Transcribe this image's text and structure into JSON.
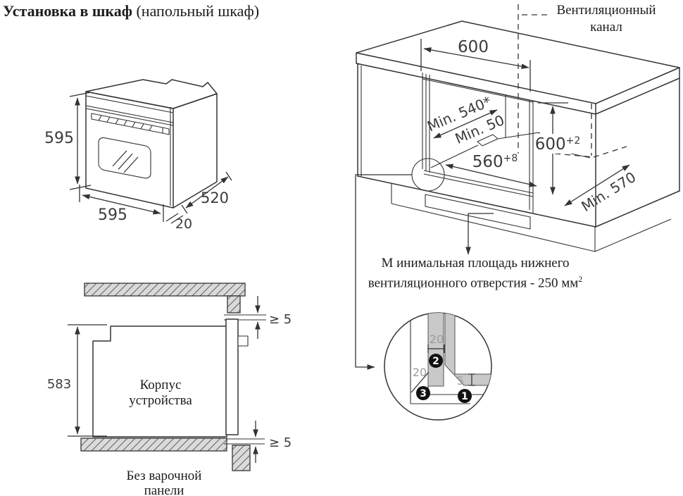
{
  "title": {
    "main": "Установка в шкаф",
    "suffix": " (напольный шкаф)"
  },
  "oven_diagram": {
    "dim_height": "595",
    "dim_width": "595",
    "dim_depth": "520",
    "dim_front_thickness": "20"
  },
  "cabinet_diagram": {
    "vent_channel_label": {
      "line1": "Вентиляционный",
      "line2": "канал"
    },
    "dim_top_width": "600",
    "dim_min_depth": "Min. 540*",
    "dim_min_rear_gap": "Min. 50",
    "dim_niche_width": {
      "value": "560",
      "tolerance": "+8"
    },
    "dim_niche_height": {
      "value": "600",
      "tolerance": "+2"
    },
    "dim_min_countertop_depth": "Min. 570",
    "vent_area_note": {
      "line1": "М инимальная площадь нижнего",
      "line2": "вентиляционного отверстия - 250 мм",
      "superscript": "2"
    }
  },
  "section_diagram": {
    "dim_body_height": "583",
    "dim_top_gap": "≥ 5",
    "dim_bottom_gap": "≥ 5",
    "body_label": {
      "line1": "Корпус",
      "line2": "устройства"
    },
    "caption": {
      "line1": "Без варочной",
      "line2": "панели"
    }
  },
  "corner_detail": {
    "dim_panel_thickness": "20",
    "dim_rear_clearance": "20",
    "dim_bottom_clearance": "5",
    "badge_1": "1",
    "badge_2": "2",
    "badge_3": "3"
  },
  "colors": {
    "line": "#333333",
    "dimension_text": "#3c3c3c",
    "detail_dimension_text": "#9c9c9c",
    "panel_gray": "#c9c9c9",
    "vent_strip_gray": "#b6b6b6",
    "hatch_fill": "#dadada",
    "badge_black": "#111111"
  }
}
